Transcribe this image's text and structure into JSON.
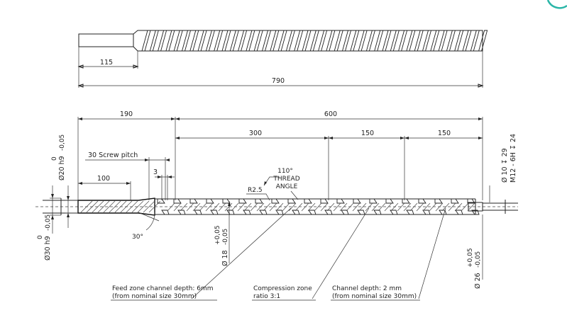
{
  "top_view": {
    "dim_shaft": "115",
    "dim_total": "790"
  },
  "section_view": {
    "dim_190": "190",
    "dim_600": "600",
    "dim_300": "300",
    "dim_150a": "150",
    "dim_150b": "150",
    "dim_100": "100",
    "dim_3": "3",
    "pitch_label": "30 Screw pitch",
    "thread_angle_1": "110°",
    "thread_angle_2": "THREAD",
    "thread_angle_3": "ANGLE",
    "radius": "R2.5",
    "chamfer_angle": "30°",
    "dia_20_nom": "Ø20 h9",
    "dia_20_tol_up": "0",
    "dia_20_tol_lo": "-0,05",
    "dia_30_nom": "Ø30 h9",
    "dia_30_tol_up": "0",
    "dia_30_tol_lo": "-0,05",
    "dia_18_nom": "Ø 18",
    "dia_18_tol_up": "+0,05",
    "dia_18_tol_lo": "-0,05",
    "dia_26_nom": "Ø 26",
    "dia_26_tol_up": "+0,05",
    "dia_26_tol_lo": "-0,05",
    "hole_1": "Ø 10 ↧ 29",
    "hole_2": "M12 - 6H ↧ 24"
  },
  "notes": {
    "feed_1": "Feed zone channel depth: 6mm",
    "feed_2": "(from nominal size 30mm)",
    "comp_1": "Compression zone",
    "comp_2": "ratio 3:1",
    "meter_1": "Channel depth: 2 mm",
    "meter_2": "(from nominal size 30mm)"
  },
  "colors": {
    "line": "#222222",
    "badge": "#2bb6a8"
  }
}
